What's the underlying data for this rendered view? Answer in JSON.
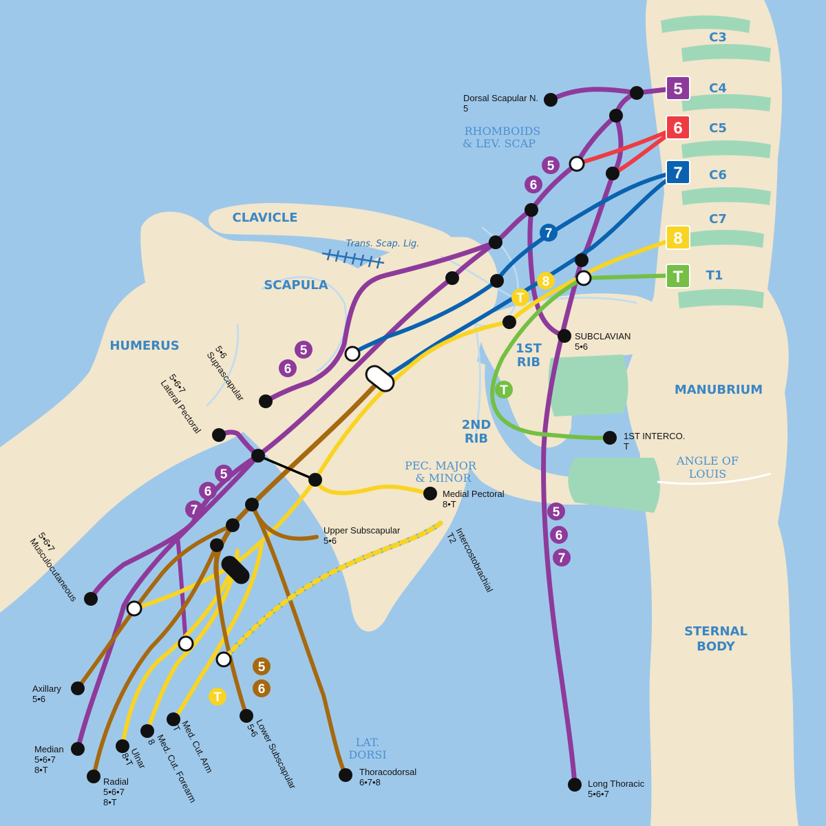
{
  "colors": {
    "background": "#9ec8ea",
    "bone": "#f2e6cc",
    "cartilage": "#9fd8b8",
    "outline": "#bcdcf2",
    "c5": "#8e3a9b",
    "c6": "#ee3c43",
    "c7": "#0a62b0",
    "c8": "#f9d423",
    "t1": "#74bf44",
    "posterior": "#a6690f",
    "connector": "#000000"
  },
  "vertebrae": [
    "C3",
    "C4",
    "C5",
    "C6",
    "C7",
    "T1"
  ],
  "roots": [
    {
      "label": "5",
      "color": "#8e3a9b"
    },
    {
      "label": "6",
      "color": "#ee3c43"
    },
    {
      "label": "7",
      "color": "#0a62b0"
    },
    {
      "label": "8",
      "color": "#f9d423"
    },
    {
      "label": "T",
      "color": "#74bf44"
    }
  ],
  "bones": {
    "clavicle": "CLAVICLE",
    "scapula": "SCAPULA",
    "humerus": "HUMERUS",
    "rib1": [
      "1ST",
      "RIB"
    ],
    "rib2": [
      "2ND",
      "RIB"
    ],
    "manubrium": "MANUBRIUM",
    "sternal_body": [
      "STERNAL",
      "BODY"
    ]
  },
  "muscles": {
    "rhomboids": [
      "RHOMBOIDS",
      "& LEV. SCAP"
    ],
    "pec": [
      "PEC. MAJOR",
      "& MINOR"
    ],
    "angle": [
      "ANGLE OF",
      "LOUIS"
    ],
    "lat": [
      "LAT.",
      "DORSI"
    ]
  },
  "ligament": "Trans. Scap. Lig.",
  "nerves": {
    "dorsal_scapular": {
      "name": "Dorsal Scapular N.",
      "roots": "5"
    },
    "suprascapular": {
      "name": "Suprascapular",
      "roots": "5•6"
    },
    "lateral_pectoral": {
      "name": "Lateral Pectoral",
      "roots": "5•6•7"
    },
    "subclavian": {
      "name": "SUBCLAVIAN",
      "roots": "5•6"
    },
    "first_interco": {
      "name": "1ST INTERCO.",
      "roots": "T"
    },
    "medial_pectoral": {
      "name": "Medial Pectoral",
      "roots": "8•T"
    },
    "upper_subscapular": {
      "name": "Upper Subscapular",
      "roots": "5•6"
    },
    "intercostobrachial": {
      "name": "Intercostobrachial",
      "roots": "T2"
    },
    "musculocutaneous": {
      "name": "Musculocutaneous",
      "roots": "5•6•7"
    },
    "axillary": {
      "name": "Axillary",
      "roots": "5•6"
    },
    "median": {
      "name": "Median",
      "roots_1": "5•6•7",
      "roots_2": "8•T"
    },
    "radial": {
      "name": "Radial",
      "roots_1": "5•6•7",
      "roots_2": "8•T"
    },
    "ulnar": {
      "name": "Ulnar",
      "roots": "8•T"
    },
    "med_cut_forearm": {
      "name": "Med. Cut. Forearm",
      "roots": "8"
    },
    "med_cut_arm": {
      "name": "Med. Cut. Arm",
      "roots": "T"
    },
    "lower_subscapular": {
      "name": "Lower Subscapular",
      "roots": "5•6"
    },
    "thoracodorsal": {
      "name": "Thoracodorsal",
      "roots": "6•7•8"
    },
    "long_thoracic": {
      "name": "Long Thoracic",
      "roots": "5•6•7"
    }
  },
  "route_badges": [
    {
      "label": "5",
      "color": "#8e3a9b"
    },
    {
      "label": "6",
      "color": "#8e3a9b"
    },
    {
      "label": "7",
      "color": "#0a62b0"
    },
    {
      "label": "8",
      "color": "#f9d423"
    },
    {
      "label": "T",
      "color": "#f9d423"
    },
    {
      "label": "T",
      "color": "#74bf44"
    },
    {
      "label": "6",
      "color": "#8e3a9b"
    },
    {
      "label": "5",
      "color": "#8e3a9b"
    },
    {
      "label": "5",
      "color": "#8e3a9b"
    },
    {
      "label": "6",
      "color": "#8e3a9b"
    },
    {
      "label": "7",
      "color": "#8e3a9b"
    },
    {
      "label": "5",
      "color": "#8e3a9b"
    },
    {
      "label": "6",
      "color": "#8e3a9b"
    },
    {
      "label": "7",
      "color": "#8e3a9b"
    },
    {
      "label": "5",
      "color": "#a6690f"
    },
    {
      "label": "6",
      "color": "#a6690f"
    },
    {
      "label": "T",
      "color": "#f9d423"
    }
  ]
}
